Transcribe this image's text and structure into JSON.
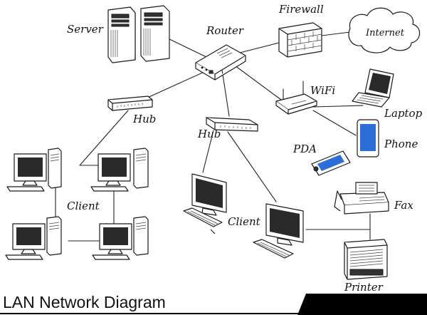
{
  "labels": {
    "server": "Server",
    "router": "Router",
    "firewall": "Firewall",
    "internet": "Internet",
    "hub_left": "Hub",
    "hub_center": "Hub",
    "wifi": "WiFi",
    "laptop": "Laptop",
    "phone": "Phone",
    "pda": "PDA",
    "client_left": "Client",
    "client_center": "Client",
    "fax": "Fax",
    "printer": "Printer"
  },
  "footer": {
    "title": "LAN Network Diagram"
  },
  "colors": {
    "ink": "#1a1a1a",
    "background": "#ffffff",
    "footer_bar": "#000000",
    "phone_screen": "#2b6fd6",
    "pda_screen": "#2b6fd6"
  }
}
